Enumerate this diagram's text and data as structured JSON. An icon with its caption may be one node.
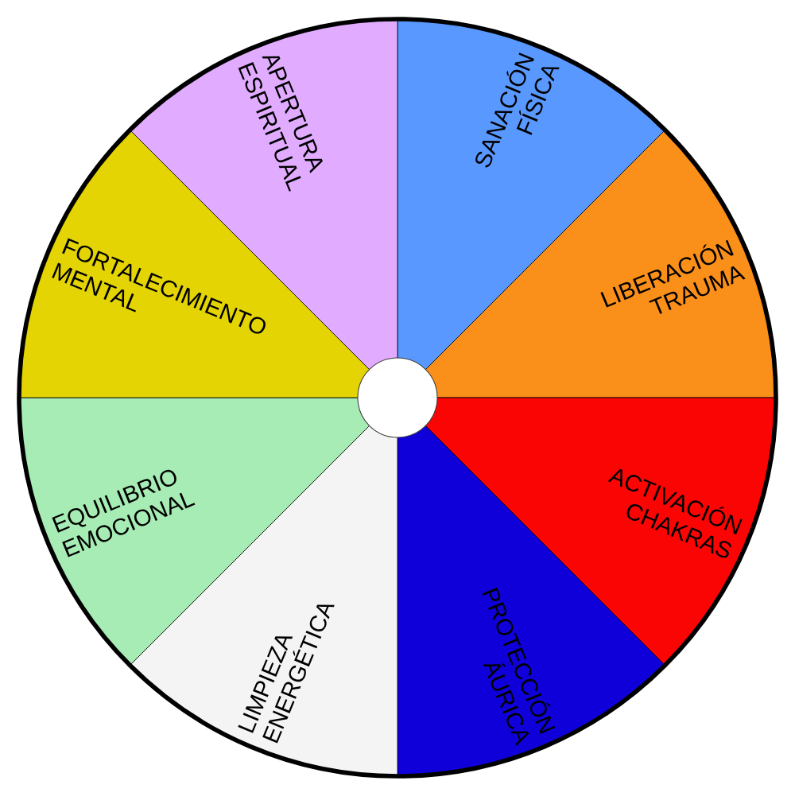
{
  "diagram": {
    "nodes": [
      {
        "text": [
          "SANACIÓN FÍSICA"
        ]
      },
      {
        "text": [
          "LIBERACIÓN TRAUMA"
        ]
      },
      {
        "text": [
          "ACTIVACIÓN CHAKRAS"
        ]
      },
      {
        "text": [
          "PROTECCIÓN ÁURICA"
        ]
      },
      {
        "text": [
          "LIMPIEZA ENERGÉTICA"
        ]
      },
      {
        "text": [
          "EQUILIBRIO EMOCIONAL"
        ]
      },
      {
        "text": [
          "FORTALECIMIENTO MENTAL"
        ]
      },
      {
        "text": [
          "APERTURA ESPIRITUAL"
        ]
      },
      {
        "text": [],
        "shape": "circle"
      }
    ]
  }
}
